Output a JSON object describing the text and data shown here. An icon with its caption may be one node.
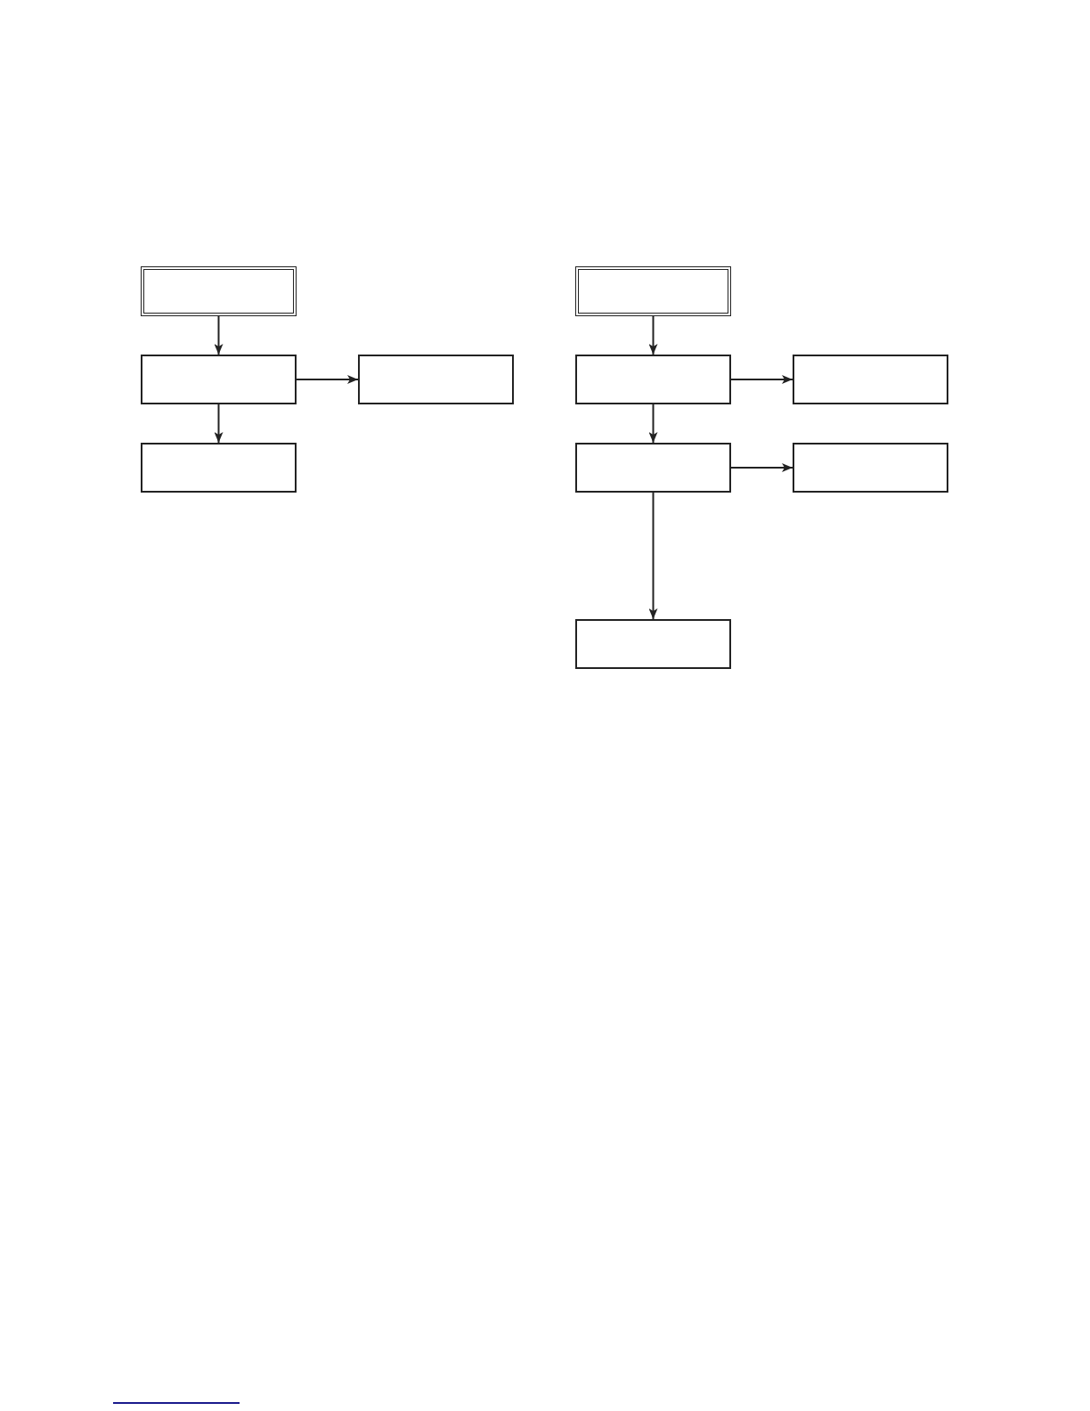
{
  "diagram": {
    "nodes": [
      {
        "text": [],
        "shape": "box"
      },
      {
        "text": [],
        "shape": "box"
      },
      {
        "text": [],
        "shape": "box"
      },
      {
        "text": [],
        "shape": "box"
      },
      {
        "text": [],
        "shape": "box"
      },
      {
        "text": [],
        "shape": "box"
      },
      {
        "text": [],
        "shape": "box"
      },
      {
        "text": [],
        "shape": "box"
      },
      {
        "text": [],
        "shape": "box"
      },
      {
        "text": [],
        "shape": "box"
      }
    ],
    "edges": [
      {
        "from": 0,
        "to": 1,
        "arrow": "to"
      },
      {
        "from": 1,
        "to": 2,
        "arrow": "to"
      },
      {
        "from": 1,
        "to": 3,
        "arrow": "to"
      },
      {
        "from": 4,
        "to": 5,
        "arrow": "to"
      },
      {
        "from": 5,
        "to": 6,
        "arrow": "to"
      },
      {
        "from": 5,
        "to": 7,
        "arrow": "to"
      },
      {
        "from": 7,
        "to": 8,
        "arrow": "to"
      },
      {
        "from": 7,
        "to": 9,
        "arrow": "to"
      }
    ]
  }
}
